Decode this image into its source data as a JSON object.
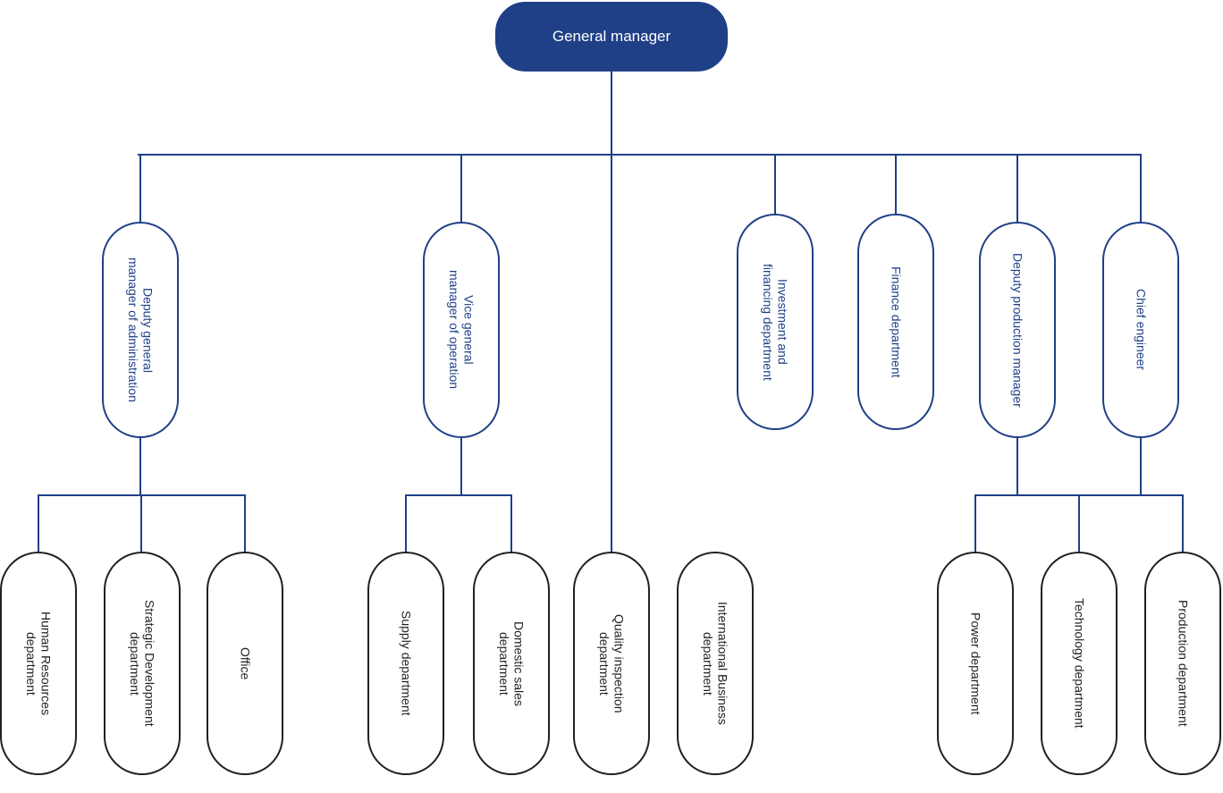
{
  "chart_data": {
    "type": "diagram",
    "diagram_kind": "organizational-chart",
    "title": "General manager organizational chart",
    "orientation": "top-down",
    "node_shape": "rounded-rectangle (stadium)",
    "text_orientation": {
      "root": "horizontal",
      "others": "vertical (rotated 90deg, reading top-to-bottom)"
    },
    "colors": {
      "root_fill": "#1f4087",
      "root_text": "#ffffff",
      "level2_stroke": "#1f4087",
      "level2_text": "#1f4087",
      "level3_stroke": "#231f20",
      "level3_text": "#231f20",
      "connector": "#1f4087",
      "background": "#ffffff"
    },
    "levels": [
      {
        "level": 1,
        "count": 1
      },
      {
        "level": 2,
        "count": 6
      },
      {
        "level": 3,
        "count": 9
      }
    ],
    "edges": [
      {
        "from": "general-manager",
        "to": "deputy-general-manager-of-administration"
      },
      {
        "from": "general-manager",
        "to": "vice-general-manager-of-operation"
      },
      {
        "from": "general-manager",
        "to": "quality-inspection-department"
      },
      {
        "from": "general-manager",
        "to": "investment-and-financing-department"
      },
      {
        "from": "general-manager",
        "to": "finance-department"
      },
      {
        "from": "general-manager",
        "to": "deputy-production-manager"
      },
      {
        "from": "general-manager",
        "to": "chief-engineer"
      },
      {
        "from": "deputy-general-manager-of-administration",
        "to": "human-resources-department"
      },
      {
        "from": "deputy-general-manager-of-administration",
        "to": "strategic-development-department"
      },
      {
        "from": "deputy-general-manager-of-administration",
        "to": "office"
      },
      {
        "from": "vice-general-manager-of-operation",
        "to": "supply-department"
      },
      {
        "from": "vice-general-manager-of-operation",
        "to": "domestic-sales-department"
      },
      {
        "from": "deputy-production-manager",
        "to": "power-department"
      },
      {
        "from": "deputy-production-manager",
        "to": "technology-department"
      },
      {
        "from": "deputy-production-manager",
        "to": "production-department"
      },
      {
        "from": "chief-engineer",
        "to": "power-department"
      },
      {
        "from": "chief-engineer",
        "to": "technology-department"
      },
      {
        "from": "chief-engineer",
        "to": "production-department"
      }
    ],
    "unconnected_nodes": [
      "international-business-department"
    ]
  },
  "root": {
    "label": "General manager"
  },
  "level2": {
    "deputy_admin": {
      "label": "Deputy general\nmanager of administration"
    },
    "vice_operation": {
      "label": "Vice general\nmanager of operation"
    },
    "investment": {
      "label": "Investment and\nfinancing department"
    },
    "finance": {
      "label": "Finance department"
    },
    "deputy_production": {
      "label": "Deputy production manager"
    },
    "chief_engineer": {
      "label": "Chief engineer"
    }
  },
  "level3": {
    "human_resources": {
      "label": "Human Resources\ndepartment"
    },
    "strategic_development": {
      "label": "Strategic Development\ndepartment"
    },
    "office": {
      "label": "Office"
    },
    "supply": {
      "label": "Supply department"
    },
    "domestic_sales": {
      "label": "Domestic sales\ndepartment"
    },
    "quality_inspection": {
      "label": "Quality inspection\ndepartment"
    },
    "international_business": {
      "label": "International Business\ndepartment"
    },
    "power": {
      "label": "Power department"
    },
    "technology": {
      "label": "Technology department"
    },
    "production": {
      "label": "Production department"
    }
  }
}
